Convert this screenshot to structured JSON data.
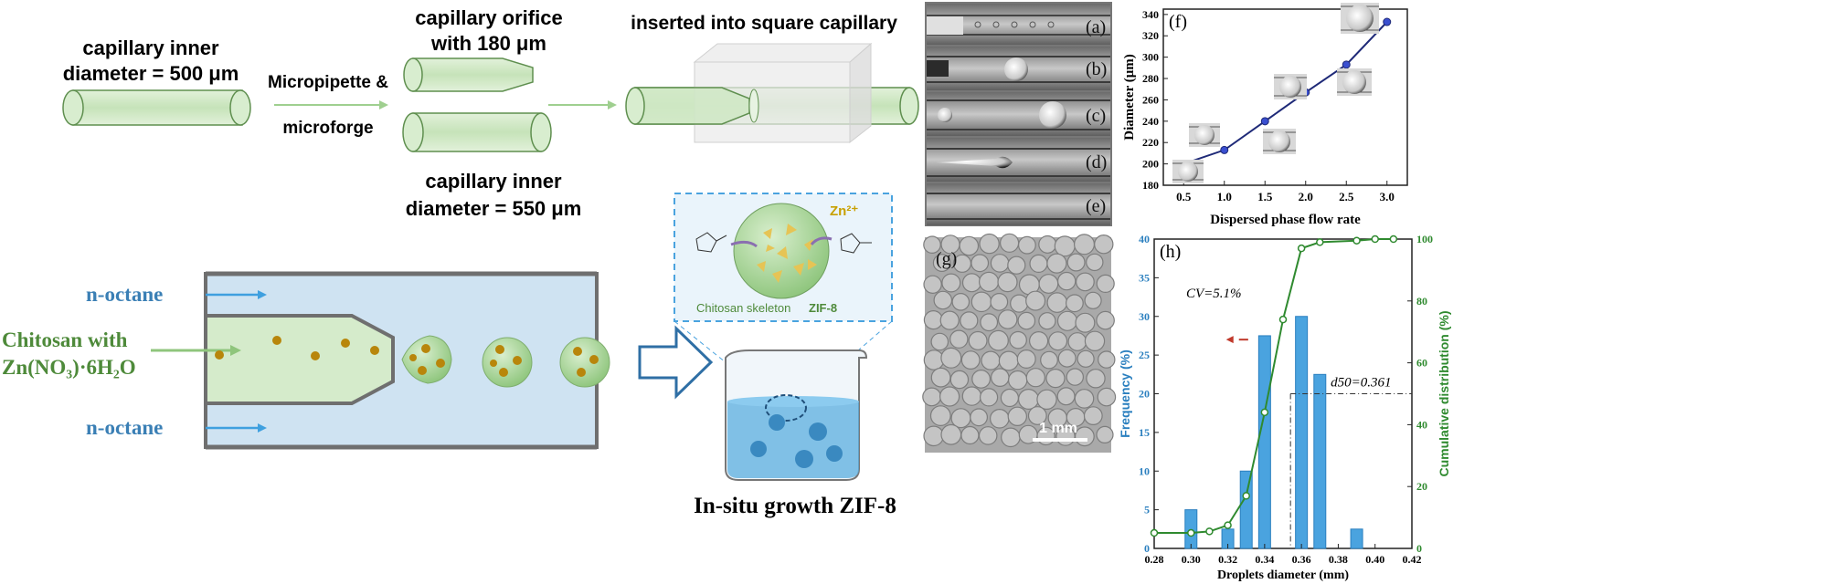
{
  "top_labels": {
    "inner500_line1": "capillary inner",
    "inner500_line2": "diameter = 500 μm",
    "process_line1": "Micropipette &",
    "process_line2": "microforge",
    "orifice_line1": "capillary orifice",
    "orifice_line2": "with 180 μm",
    "inner550_line1": "capillary inner",
    "inner550_line2": "diameter = 550 μm",
    "inserted": "inserted into square capillary"
  },
  "flow_labels": {
    "octane_top": "n-octane",
    "octane_bottom": "n-octane",
    "chitosan_line1": "Chitosan with",
    "chitosan_line2": "Zn(NO₃)·6H₂O",
    "growth": "In-situ growth ZIF-8",
    "inset_zn": "Zn²⁺",
    "inset_skeleton": "Chitosan skeleton",
    "inset_zif": "ZIF-8"
  },
  "micro_panels": {
    "a": "(a)",
    "b": "(b)",
    "c": "(c)",
    "d": "(d)",
    "e": "(e)",
    "g": "(g)",
    "scale": "1 mm"
  },
  "colors": {
    "capillary_fill": "#cfe8c4",
    "capillary_stroke": "#5f8f4f",
    "channel_blue": "#c7dff0",
    "octane_text": "#3a7fb5",
    "chitosan_text": "#4e8a3a",
    "particle": "#b8860b",
    "bar_blue": "#4aa3df",
    "cum_green": "#2f8a2f",
    "line_navy": "#1f2a78"
  },
  "chart_data": [
    {
      "panel": "(f)",
      "type": "line",
      "xlabel": "Dispersed phase flow rate",
      "ylabel": "Diameter (μm)",
      "x": [
        0.5,
        1.0,
        1.5,
        2.0,
        2.5,
        3.0
      ],
      "series": [
        {
          "values": [
            200,
            213,
            240,
            267,
            293,
            333
          ]
        }
      ],
      "xlim": [
        0.25,
        3.25
      ],
      "ylim": [
        180,
        345
      ],
      "xticks": [
        "0.5",
        "1.0",
        "1.5",
        "2.0",
        "2.5",
        "3.0"
      ],
      "yticks": [
        "180",
        "200",
        "220",
        "240",
        "260",
        "280",
        "300",
        "320",
        "340"
      ]
    },
    {
      "panel": "(h)",
      "type": "bar",
      "xlabel": "Droplets diameter (mm)",
      "ylabel": "Frequency (%)",
      "ylabel_right": "Cumulative distribution (%)",
      "annotation_cv": "CV=5.1%",
      "annotation_d50": "d50=0.361",
      "d50": 0.361,
      "bars_x": [
        0.3,
        0.32,
        0.33,
        0.34,
        0.36,
        0.37,
        0.39
      ],
      "bars_freq": [
        5,
        2.5,
        10,
        27.5,
        30,
        22.5,
        2.5
      ],
      "cum_x": [
        0.28,
        0.3,
        0.31,
        0.32,
        0.33,
        0.34,
        0.35,
        0.36,
        0.37,
        0.39,
        0.4,
        0.41
      ],
      "cum_values": [
        5,
        5,
        5.5,
        7.5,
        17,
        44,
        74,
        97,
        99,
        99.5,
        100,
        100
      ],
      "xlim": [
        0.28,
        0.42
      ],
      "ylim": [
        0,
        40
      ],
      "ylim_right": [
        0,
        100
      ],
      "xticks": [
        "0.28",
        "0.30",
        "0.32",
        "0.34",
        "0.36",
        "0.38",
        "0.40",
        "0.42"
      ],
      "yticks": [
        "0",
        "5",
        "10",
        "15",
        "20",
        "25",
        "30",
        "35",
        "40"
      ],
      "yticks_right": [
        "0",
        "20",
        "40",
        "60",
        "80",
        "100"
      ]
    }
  ],
  "chart_f_label": "(f)",
  "chart_h_label": "(h)"
}
